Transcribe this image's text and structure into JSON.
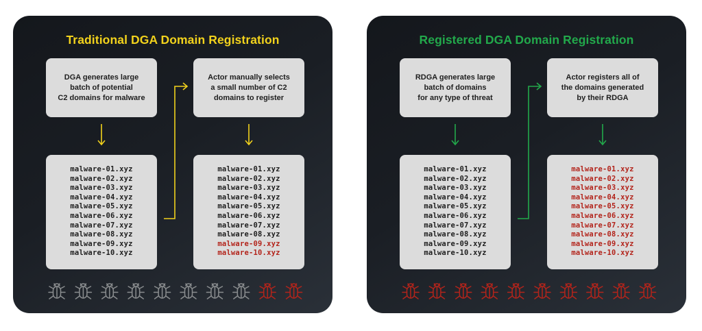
{
  "colors": {
    "traditional_accent": "#f2d21c",
    "registered_accent": "#22a94b",
    "registered_domain": "#b3241b",
    "inactive_bug": "#8a8d8f",
    "active_bug": "#b3241b",
    "box_bg": "#dcdcdc"
  },
  "panels": [
    {
      "title": "Traditional DGA Domain Registration",
      "accent": "#f2d21c",
      "step1": "DGA generates large\nbatch of potential\nC2 domains for malware",
      "step2": "Actor manually selects\na small number of C2\ndomains to register",
      "generated_domains": [
        "malware-01.xyz",
        "malware-02.xyz",
        "malware-03.xyz",
        "malware-04.xyz",
        "malware-05.xyz",
        "malware-06.xyz",
        "malware-07.xyz",
        "malware-08.xyz",
        "malware-09.xyz",
        "malware-10.xyz"
      ],
      "selected_domains": [
        "malware-01.xyz",
        "malware-02.xyz",
        "malware-03.xyz",
        "malware-04.xyz",
        "malware-05.xyz",
        "malware-06.xyz",
        "malware-07.xyz",
        "malware-08.xyz",
        "malware-09.xyz",
        "malware-10.xyz"
      ],
      "registered_flags": [
        false,
        false,
        false,
        false,
        false,
        false,
        false,
        false,
        true,
        true
      ],
      "bug_icons": [
        "inactive",
        "inactive",
        "inactive",
        "inactive",
        "inactive",
        "inactive",
        "inactive",
        "inactive",
        "active",
        "active"
      ]
    },
    {
      "title": "Registered DGA Domain Registration",
      "accent": "#22a94b",
      "step1": "RDGA generates large\nbatch of domains\nfor any type of threat",
      "step2": "Actor registers all of\nthe domains generated\nby their RDGA",
      "generated_domains": [
        "malware-01.xyz",
        "malware-02.xyz",
        "malware-03.xyz",
        "malware-04.xyz",
        "malware-05.xyz",
        "malware-06.xyz",
        "malware-07.xyz",
        "malware-08.xyz",
        "malware-09.xyz",
        "malware-10.xyz"
      ],
      "selected_domains": [
        "malware-01.xyz",
        "malware-02.xyz",
        "malware-03.xyz",
        "malware-04.xyz",
        "malware-05.xyz",
        "malware-06.xyz",
        "malware-07.xyz",
        "malware-08.xyz",
        "malware-09.xyz",
        "malware-10.xyz"
      ],
      "registered_flags": [
        true,
        true,
        true,
        true,
        true,
        true,
        true,
        true,
        true,
        true
      ],
      "bug_icons": [
        "active",
        "active",
        "active",
        "active",
        "active",
        "active",
        "active",
        "active",
        "active",
        "active"
      ]
    }
  ]
}
